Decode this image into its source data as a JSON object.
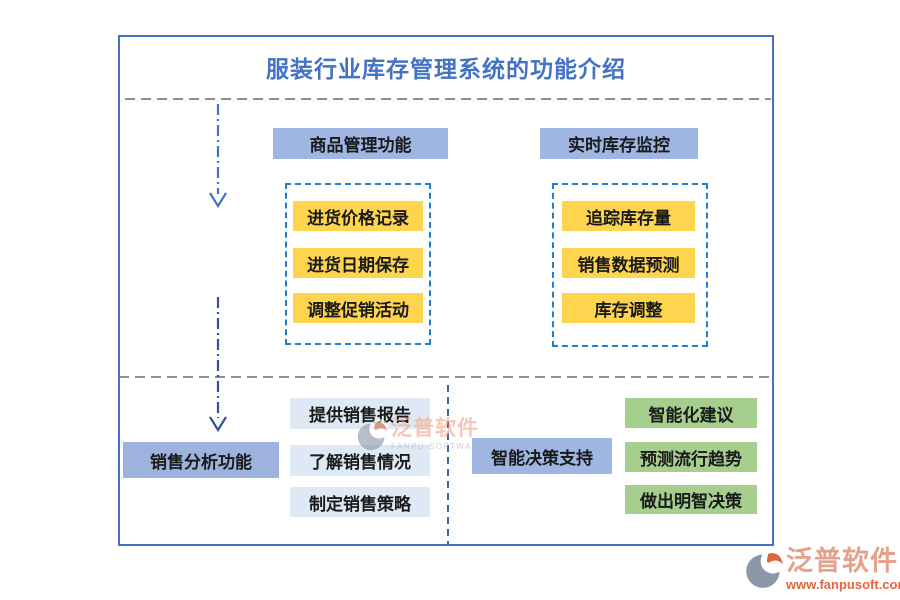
{
  "title": "服装行业库存管理系统的功能介绍",
  "sections": {
    "product_management": {
      "label": "商品管理功能",
      "items": [
        "进货价格记录",
        "进货日期保存",
        "调整促销活动"
      ]
    },
    "inventory_monitoring": {
      "label": "实时库存监控",
      "items": [
        "追踪库存量",
        "销售数据预测",
        "库存调整"
      ]
    },
    "sales_analysis": {
      "label": "销售分析功能",
      "items": [
        "提供销售报告",
        "了解销售情况",
        "制定销售策略"
      ]
    },
    "decision_support": {
      "label": "智能决策支持",
      "items": [
        "智能化建议",
        "预测流行趋势",
        "做出明智决策"
      ]
    }
  },
  "watermark": {
    "brand": "泛普软件",
    "sub": "FANPU SOFTWARE"
  },
  "logo": {
    "brand": "泛普软件",
    "url": "www.fanpusoft.com"
  },
  "colors": {
    "accent_blue": "#4472C4",
    "header_fill": "#9FB5E2",
    "item_yellow": "#FFD44F",
    "item_green": "#A6CE8C",
    "item_lightblue": "#DEE9F6",
    "dashed_group_border": "#1F7FD4",
    "divider_gray": "#7F7F7F",
    "logo_orange": "#E2663F"
  }
}
